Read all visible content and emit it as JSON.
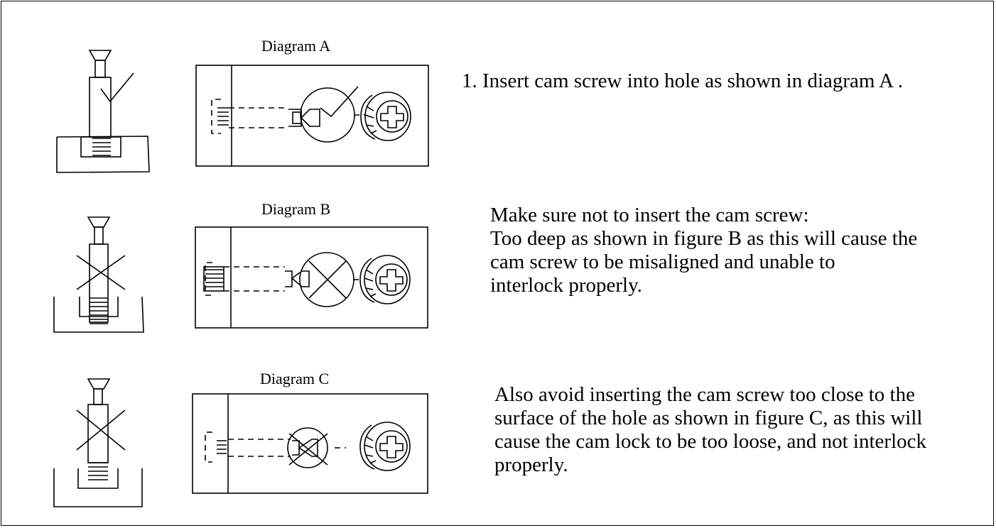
{
  "rows": [
    {
      "title": "Diagram A",
      "lines": [
        "1. Insert cam screw into hole as shown in diagram A ."
      ]
    },
    {
      "title": "Diagram B",
      "lines": [
        "Make sure not to insert the cam screw:",
        "Too deep as shown in figure B as this will cause the",
        "cam screw to be misaligned and unable to",
        "interlock properly."
      ]
    },
    {
      "title": "Diagram C",
      "lines": [
        "Also avoid inserting the cam screw too close to the",
        "surface of the hole as shown in figure C, as this will",
        "cause the cam lock to be too loose, and not interlock",
        "properly."
      ]
    }
  ]
}
